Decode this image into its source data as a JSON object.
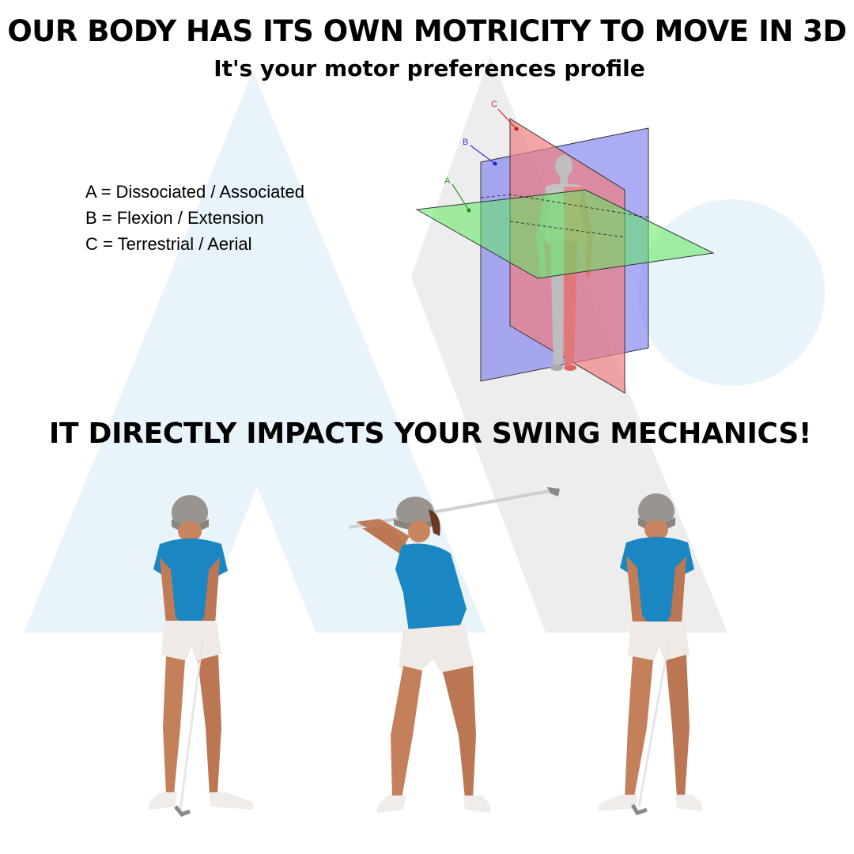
{
  "header": {
    "title": "OUR BODY HAS ITS OWN MOTRICITY TO MOVE IN 3D",
    "subtitle": "It's your motor preferences profile"
  },
  "legend": {
    "items": [
      "A = Dissociated / Associated",
      "B = Flexion / Extension",
      "C = Terrestrial / Aerial"
    ]
  },
  "diagram": {
    "plane_labels": [
      "A",
      "B",
      "C"
    ],
    "colors": {
      "plane_a": "#5fe85f",
      "plane_b": "#7f7ff0",
      "plane_c": "#f07f7f"
    }
  },
  "impact_text": "IT DIRECTLY IMPACTS YOUR SWING MECHANICS!",
  "golfers": [
    {
      "pose": "address-icon"
    },
    {
      "pose": "backswing-icon"
    },
    {
      "pose": "address-icon"
    }
  ],
  "theme": {
    "shirt": "#1a86c2",
    "shorts": "#efeae6",
    "skin": "#c88560",
    "cap": "#9a9490",
    "bg_shape_blue": "#e8f4f9",
    "bg_shape_gray": "#ededed"
  }
}
